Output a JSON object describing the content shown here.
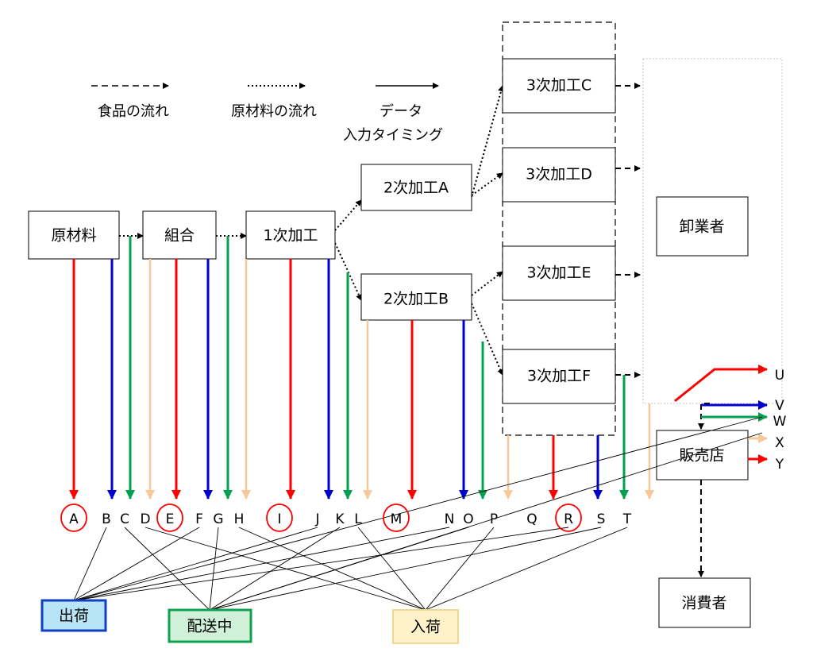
{
  "legend": {
    "food_flow": "食品の流れ",
    "material_flow": "原材料の流れ",
    "data_timing_line1": "データ",
    "data_timing_line2": "入力タイミング"
  },
  "nodes": {
    "raw_material": "原材料",
    "cooperative": "組合",
    "primary": "1次加工",
    "secondary_a": "2次加工A",
    "secondary_b": "2次加工B",
    "tertiary_c": "3次加工C",
    "tertiary_d": "3次加工D",
    "tertiary_e": "3次加工E",
    "tertiary_f": "3次加工F",
    "wholesaler": "卸業者",
    "retailer": "販売店",
    "consumer": "消費者"
  },
  "letters": [
    "A",
    "B",
    "C",
    "D",
    "E",
    "F",
    "G",
    "H",
    "I",
    "J",
    "K",
    "L",
    "M",
    "N",
    "O",
    "P",
    "Q",
    "R",
    "S",
    "T"
  ],
  "right_letters": [
    "U",
    "V",
    "W",
    "X",
    "Y"
  ],
  "categories": {
    "shipping": "出荷",
    "in_transit": "配送中",
    "receiving": "入荷"
  },
  "colors": {
    "red": "#ff0000",
    "blue": "#0000cc",
    "green": "#00a050",
    "peach": "#f8c89a",
    "shipping_fill": "#b8e4f8",
    "shipping_border": "#1040c0",
    "transit_fill": "#d0f0d8",
    "transit_border": "#10a050",
    "receiving_fill": "#fff2c8",
    "receiving_border": "#f0d890"
  }
}
